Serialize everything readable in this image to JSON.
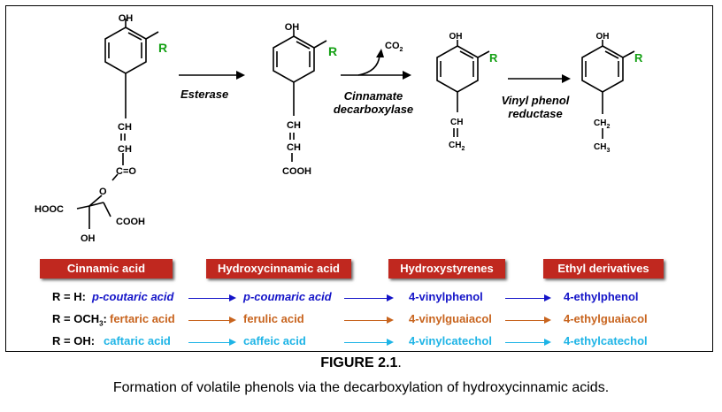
{
  "scheme": {
    "substituent": "R",
    "oh": "OH",
    "ch": "CH",
    "ch2": "CH",
    "ch3": "CH",
    "sub2": "2",
    "sub3": "3",
    "cooh": "COOH",
    "hooc": "HOOC",
    "co": "C=O",
    "o": "O",
    "co2": "CO",
    "enzymes": {
      "esterase": "Esterase",
      "decarboxylase_1": "Cinnamate",
      "decarboxylase_2": "decarboxylase",
      "reductase_1": "Vinyl phenol",
      "reductase_2": "reductase"
    }
  },
  "categories": [
    "Cinnamic acid",
    "Hydroxycinnamic acid",
    "Hydroxystyrenes",
    "Ethyl derivatives"
  ],
  "rows": [
    {
      "r": "R = H:",
      "acid": "p-coutaric acid",
      "hc": "p-coumaric acid",
      "styrene": "4-vinylphenol",
      "ethyl": "4-ethylphenol",
      "color": "#1414c8"
    },
    {
      "r": "R = OCH:",
      "acid": "fertaric acid",
      "hc": "ferulic acid",
      "styrene": "4-vinylguaiacol",
      "ethyl": "4-ethylguaiacol",
      "color": "#c8641e"
    },
    {
      "r": "R = OH:",
      "acid": "caftaric acid",
      "hc": "caffeic acid",
      "styrene": "4-vinylcatechol",
      "ethyl": "4-ethylcatechol",
      "color": "#1eb4e6"
    }
  ],
  "figure": {
    "label": "FIGURE 2.1",
    "label_punct": ".",
    "caption": "Formation of volatile phenols via the decarboxylation of hydroxycinnamic acids."
  },
  "colors": {
    "r_group": "#14a014",
    "label_bg": "#c0281f"
  }
}
